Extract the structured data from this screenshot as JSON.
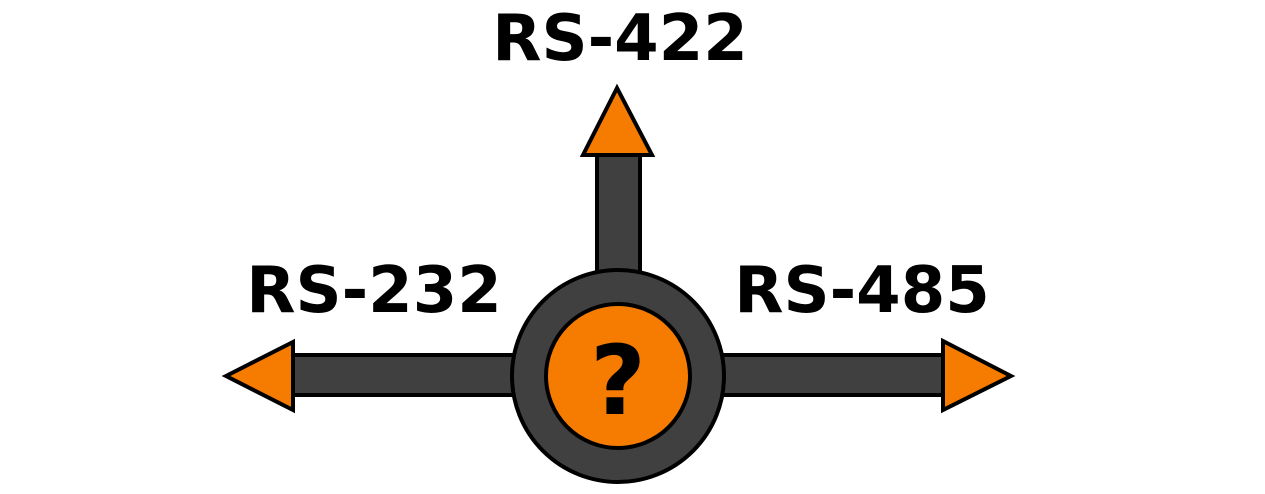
{
  "labels": {
    "up": "RS-422",
    "left": "RS-232",
    "right": "RS-485",
    "center": "?"
  },
  "colors": {
    "shaft": "#404040",
    "accent": "#f57c00",
    "outline": "#000000"
  }
}
